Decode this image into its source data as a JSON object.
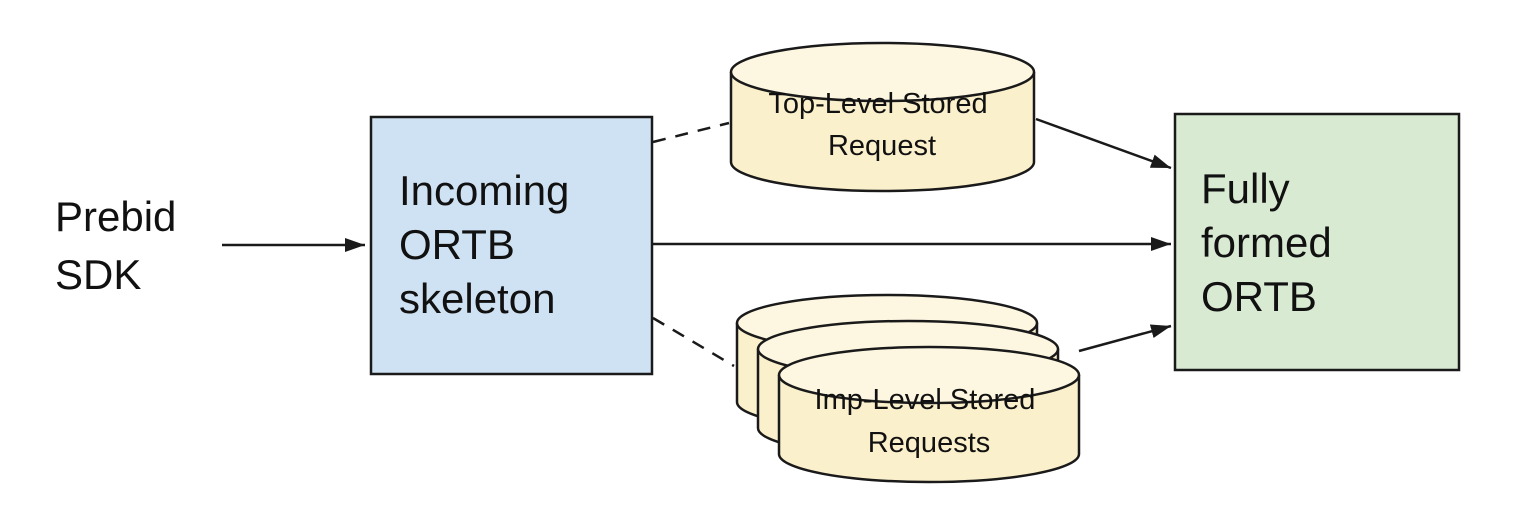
{
  "canvas": {
    "background": "#ffffff",
    "stroke_color": "#1a1a1a",
    "text_color": "#111111"
  },
  "nodes": {
    "prebid_sdk": {
      "type": "text-label",
      "lines": [
        "Prebid",
        "SDK"
      ]
    },
    "incoming_ortb": {
      "type": "box",
      "lines": [
        "Incoming",
        "ORTB",
        "skeleton"
      ],
      "fill": "#cfe2f3"
    },
    "top_level_stored_request": {
      "type": "cylinder",
      "lines": [
        "Top-Level Stored",
        "Request"
      ],
      "fill": "#fbf0cc",
      "top_fill": "#fdf6e0"
    },
    "imp_level_stored_requests": {
      "type": "cylinder-stack",
      "count": 3,
      "lines": [
        "Imp-Level Stored",
        "Requests"
      ],
      "fill": "#fbf0cc",
      "top_fill": "#fdf6e0"
    },
    "fully_formed_ortb": {
      "type": "box",
      "lines": [
        "Fully",
        "formed",
        "ORTB"
      ],
      "fill": "#d9ead3"
    }
  },
  "connectors": [
    {
      "from": "prebid_sdk",
      "to": "incoming_ortb",
      "style": "solid",
      "arrow": true
    },
    {
      "from": "incoming_ortb",
      "to": "top_level_stored_request",
      "style": "dashed",
      "arrow": false
    },
    {
      "from": "incoming_ortb",
      "to": "fully_formed_ortb",
      "style": "solid",
      "arrow": true
    },
    {
      "from": "incoming_ortb",
      "to": "imp_level_stored_requests",
      "style": "dashed",
      "arrow": false
    },
    {
      "from": "top_level_stored_request",
      "to": "fully_formed_ortb",
      "style": "solid",
      "arrow": true
    },
    {
      "from": "imp_level_stored_requests",
      "to": "fully_formed_ortb",
      "style": "solid",
      "arrow": true
    }
  ]
}
